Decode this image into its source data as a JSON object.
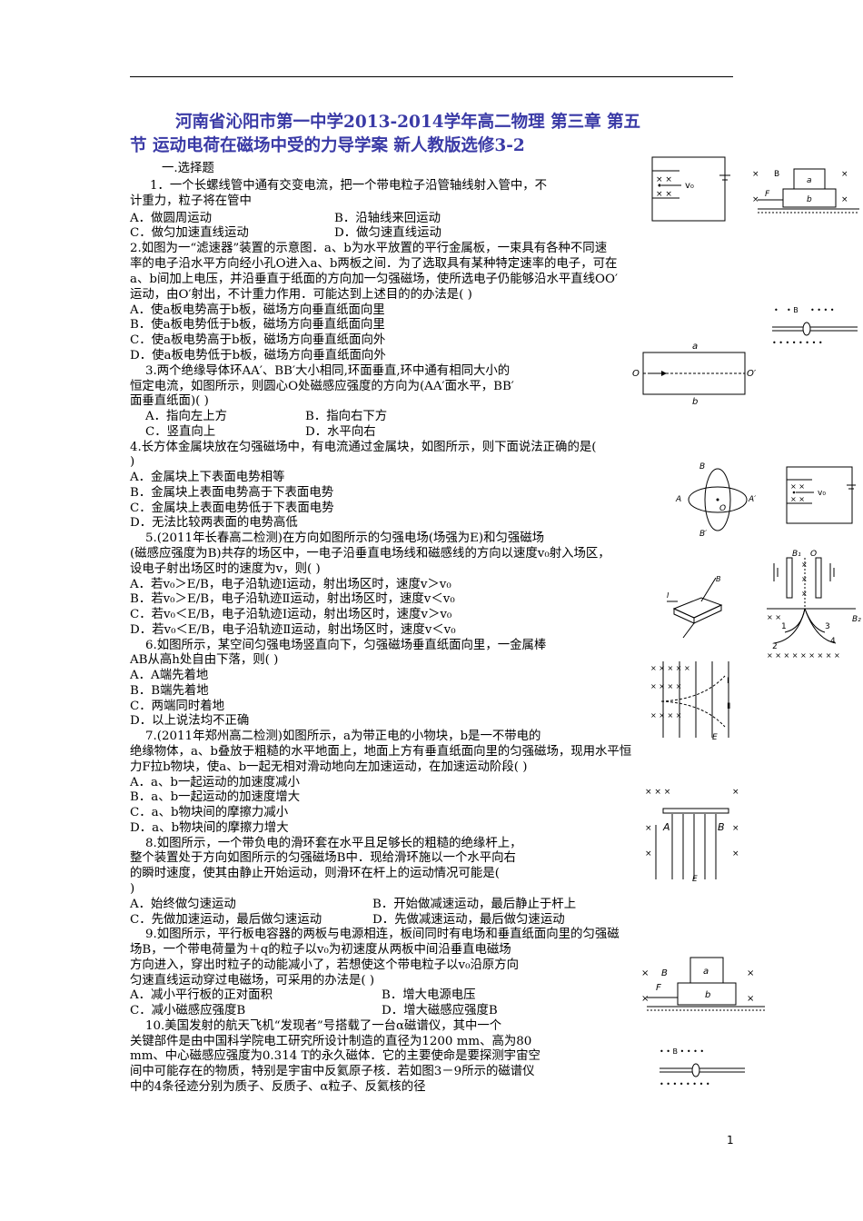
{
  "title": {
    "line1": "河南省沁阳市第一中学2013-2014学年高二物理 第三章 第五",
    "line2": "节 运动电荷在磁场中受的力导学案 新人教版选修3-2"
  },
  "section": "一.选择题",
  "q1": {
    "stem": [
      "1．一个长螺线管中通有交变电流，把一个带电粒子沿管轴线射入管中，不",
      "计重力，粒子将在管中"
    ],
    "opts": [
      "A．做圆周运动",
      "B．沿轴线来回运动",
      "C．做匀加速直线运动",
      "D．做匀速直线运动"
    ]
  },
  "q2": {
    "stem": [
      "2.如图为一“滤速器”装置的示意图．a、b为水平放置的平行金属板，一束具有各种不同速",
      "率的电子沿水平方向经小孔O进入a、b两板之间．为了选取具有某种特定速率的电子，可在",
      "a、b间加上电压，并沿垂直于纸面的方向加一匀强磁场，使所选电子仍能够沿水平直线OO′",
      "运动，由O′射出，不计重力作用．可能达到上述目的的办法是(      )"
    ],
    "opts": [
      "A．使a板电势高于b板，磁场方向垂直纸面向里",
      "B．使a板电势低于b板，磁场方向垂直纸面向里",
      "C．使a板电势高于b板，磁场方向垂直纸面向外",
      "D．使a板电势低于b板，磁场方向垂直纸面向外"
    ]
  },
  "q3": {
    "stem": [
      "3.两个绝缘导体环AA′、BB′大小相同,环面垂直,环中通有相同大小的",
      "恒定电流，如图所示，则圆心O处磁感应强度的方向为(AA′面水平，BB′",
      "面垂直纸面)(      )"
    ],
    "opts": [
      "A．指向左上方",
      "B．指向右下方",
      "C．竖直向上",
      "D．水平向右"
    ]
  },
  "q4": {
    "stem": [
      "4.长方体金属块放在匀强磁场中，有电流通过金属块，如图所示，则下面说法正确的是(",
      ")"
    ],
    "opts": [
      "A．金属块上下表面电势相等",
      "B．金属块上表面电势高于下表面电势",
      "C．金属块上表面电势低于下表面电势",
      "D．无法比较两表面的电势高低"
    ]
  },
  "q5": {
    "stem": [
      "5.(2011年长春高二检测)在方向如图所示的匀强电场(场强为E)和匀强磁场",
      "(磁感应强度为B)共存的场区中，一电子沿垂直电场线和磁感线的方向以速度v₀射入场区，",
      "设电子射出场区时的速度为v，则(      )"
    ],
    "opts": [
      "A．若v₀＞E/B，电子沿轨迹Ⅰ运动，射出场区时，速度v＞v₀",
      "B．若v₀＞E/B，电子沿轨迹Ⅱ运动，射出场区时，速度v＜v₀",
      "C．若v₀＜E/B，电子沿轨迹Ⅰ运动，射出场区时，速度v＞v₀",
      "D．若v₀＜E/B，电子沿轨迹Ⅱ运动，射出场区时，速度v＜v₀"
    ]
  },
  "q6": {
    "stem": [
      "6.如图所示，某空间匀强电场竖直向下，匀强磁场垂直纸面向里，一金属棒",
      "AB从高h处自由下落，则(      )"
    ],
    "opts": [
      "A．A端先着地",
      "B．B端先着地",
      "C．两端同时着地",
      "D．以上说法均不正确"
    ]
  },
  "q7": {
    "stem": [
      "7.(2011年郑州高二检测)如图所示，a为带正电的小物块，b是一不带电的",
      "绝缘物体，a、b叠放于粗糙的水平地面上，地面上方有垂直纸面向里的匀强磁场，现用水平恒",
      "力F拉b物块，使a、b一起无相对滑动地向左加速运动，在加速运动阶段(      )"
    ],
    "opts": [
      "A．a、b一起运动的加速度减小",
      "B．a、b一起运动的加速度增大",
      "C．a、b物块间的摩擦力减小",
      "D．a、b物块间的摩擦力增大"
    ]
  },
  "q8": {
    "stem": [
      "8.如图所示，一个带负电的滑环套在水平且足够长的粗糙的绝缘杆上，",
      "整个装置处于方向如图所示的匀强磁场B中．现给滑环施以一个水平向右",
      "的瞬时速度，使其由静止开始运动，则滑环在杆上的运动情况可能是(",
      ")"
    ],
    "opts": [
      "A．始终做匀速运动",
      "B．开始做减速运动，最后静止于杆上",
      "C．先做加速运动，最后做匀速运动",
      "D．先做减速运动，最后做匀速运动"
    ]
  },
  "q9": {
    "stem": [
      "9.如图所示，平行板电容器的两板与电源相连，板间同时有电场和垂直纸面向里的匀强磁",
      "场B，一个带电荷量为＋q的粒子以v₀为初速度从两板中间沿垂直电磁场",
      "方向进入，穿出时粒子的动能减小了，若想使这个带电粒子以v₀沿原方向",
      "匀速直线运动穿过电磁场，可采用的办法是(      )"
    ],
    "opts": [
      "A．减小平行板的正对面积",
      "B．增大电源电压",
      "C．减小磁感应强度B",
      "D．增大磁感应强度B"
    ]
  },
  "q10": {
    "stem": [
      "10.美国发射的航天飞机“发现者”号搭载了一台α磁谱仪，其中一个",
      "关键部件是由中国科学院电工研究所设计制造的直径为1200 mm、高为80",
      "mm、中心磁感应强度为0.314 T的永久磁体．它的主要使命是要探测宇宙空",
      "间中可能存在的物质，特别是宇宙中反氦原子核．若如图3－9所示的磁谱仪",
      "中的4条径迹分别为质子、反质子、α粒子、反氦核的径"
    ]
  },
  "figs": {
    "v0": "v₀",
    "a": "a",
    "b": "b",
    "F": "F",
    "B": "B",
    "O": "O",
    "Op": "O′",
    "A": "A",
    "Ap": "A′",
    "Bp": "B′",
    "I": "I",
    "B1": "B₁",
    "B2": "B₂",
    "E": "E",
    "AA": "A",
    "BB": "B",
    "tr1": "Ⅰ",
    "tr2": "Ⅱ",
    "n1": "1",
    "n2": "2",
    "n3": "3",
    "n4": "4"
  },
  "page_number": "1"
}
